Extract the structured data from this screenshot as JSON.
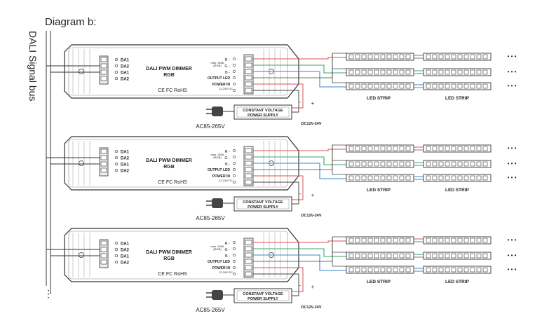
{
  "diagram_title": "Diagram b:",
  "bus_label": "DALI Signal bus",
  "continuation": "⋮",
  "controller": {
    "name_line1": "DALI PWM DIMMER",
    "name_line2": "RGB",
    "certs": "CE FC RoHS",
    "inputs": [
      "DA1",
      "DA2",
      "DA1",
      "DA2"
    ],
    "outputs": [
      "R",
      "G",
      "B"
    ],
    "max_rating_line1": "max. 3x5A",
    "max_rating_line2": "(RGB)",
    "output_label": "OUTPUT LED",
    "power_label": "POWER IN",
    "power_range": "12-24V DC",
    "pole_minus": "-",
    "pole_plus": "+"
  },
  "power_supply": {
    "line1": "CONSTANT VOLTAGE",
    "line2": "POWER SUPPLY",
    "ac_label": "AC85-265V",
    "dc_label": "DC12V-24V",
    "minus": "-",
    "plus": "+"
  },
  "strip_label": "LED STRIP",
  "strip_ellipsis": "• • •",
  "colors": {
    "red": "#d9534f",
    "green": "#3aa860",
    "blue": "#3f86c8",
    "line": "#333333"
  }
}
